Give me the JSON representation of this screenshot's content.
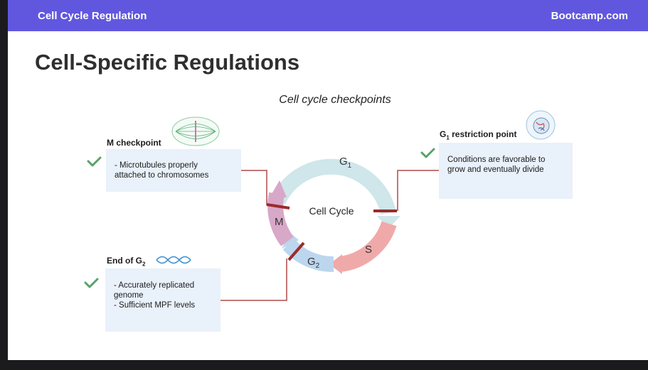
{
  "header": {
    "left": "Cell Cycle Regulation",
    "right": "Bootcamp.com"
  },
  "title": "Cell-Specific Regulations",
  "subtitle": "Cell cycle checkpoints",
  "cycle": {
    "center": "Cell Cycle",
    "phases": {
      "g1_main": "G",
      "g1_sub": "1",
      "s": "S",
      "g2_main": "G",
      "g2_sub": "2",
      "m": "M"
    }
  },
  "checkpoints": {
    "m": {
      "title": "M checkpoint",
      "lines": [
        "- Microtubules properly",
        "attached to chromosomes"
      ]
    },
    "g1": {
      "title_main": "G",
      "title_sub": "1",
      "title_rest": " restriction point",
      "lines": [
        "Conditions are favorable to",
        "grow and eventually divide"
      ]
    },
    "g2": {
      "title_main": "End of G",
      "title_sub": "2",
      "lines": [
        "- Accurately replicated",
        "genome",
        "- Sufficient MPF levels"
      ]
    }
  },
  "colors": {
    "header": "#6157df",
    "g1": "#cfe6ea",
    "s": "#f0a9a9",
    "g2": "#bcd6ee",
    "m": "#d8a8c8",
    "connector": "#b04a4a",
    "check": "#5aa16a"
  }
}
